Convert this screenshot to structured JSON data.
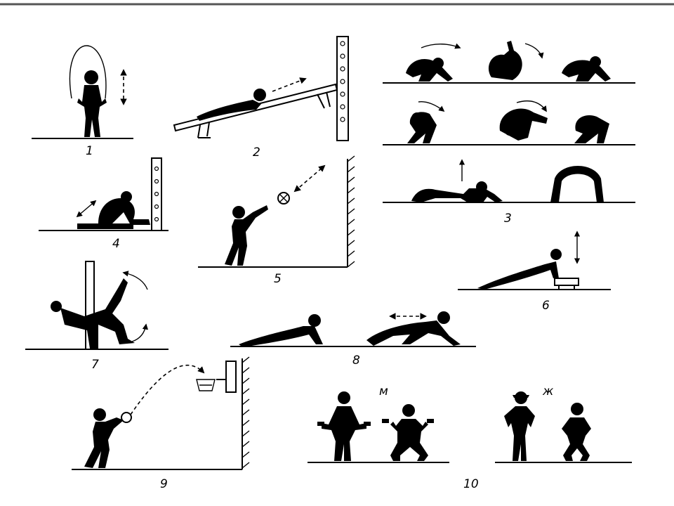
{
  "colors": {
    "ink": "#000000",
    "paper": "#ffffff"
  },
  "labels": {
    "ex1": "1",
    "ex2": "2",
    "ex3": "3",
    "ex4": "4",
    "ex5": "5",
    "ex6": "6",
    "ex7": "7",
    "ex8": "8",
    "ex9": "9",
    "ex10": "10",
    "male": "м",
    "female": "ж"
  }
}
